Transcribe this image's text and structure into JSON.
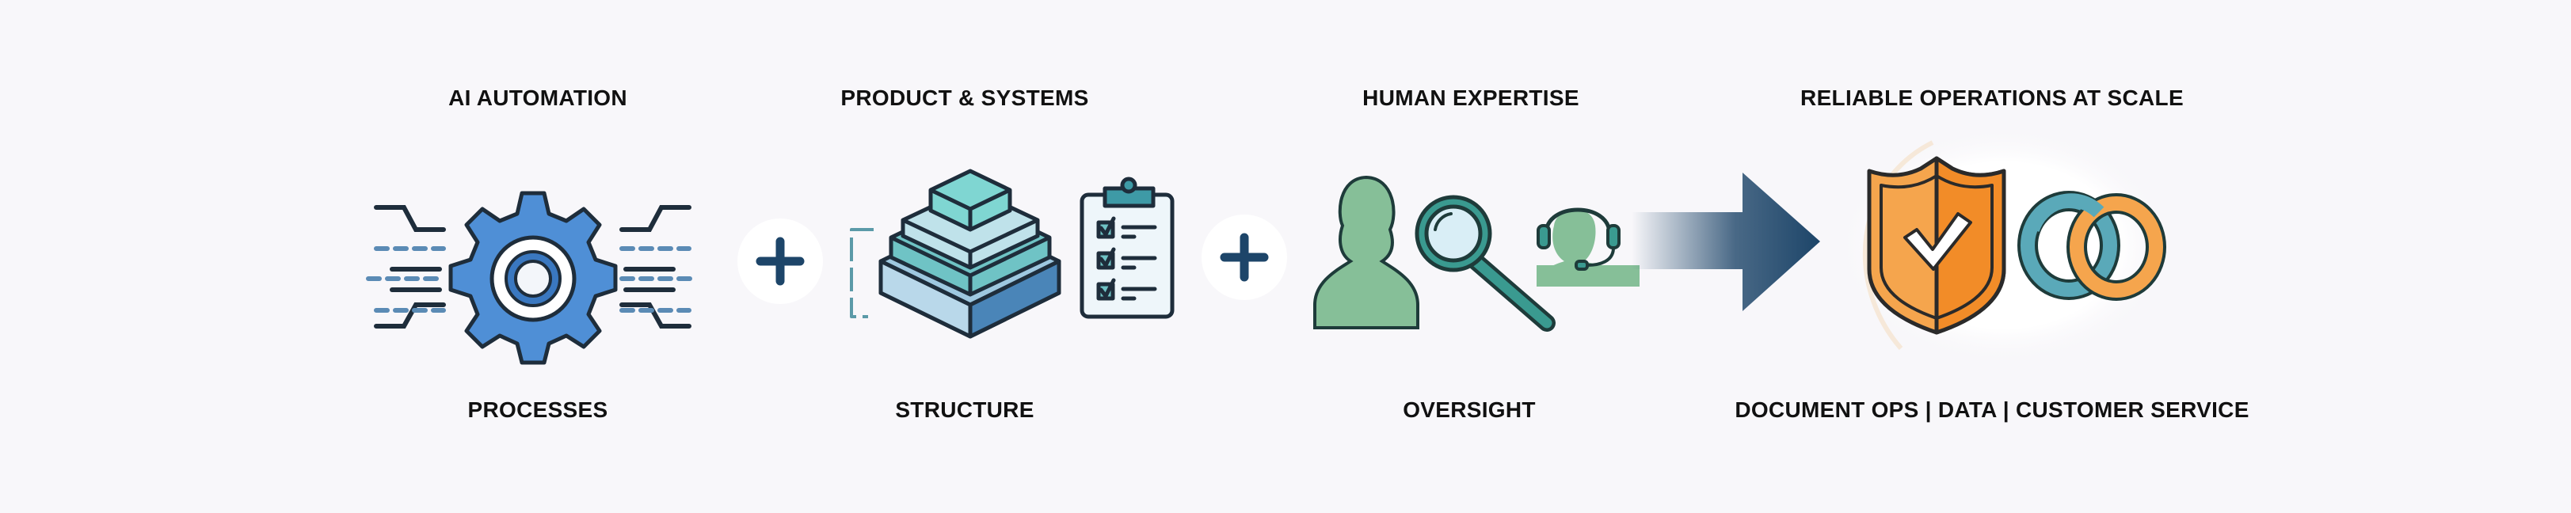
{
  "columns": [
    {
      "title": "AI AUTOMATION",
      "caption": "PROCESSES",
      "icon": "gear-icon"
    },
    {
      "title": "PRODUCT & SYSTEMS",
      "caption": "STRUCTURE",
      "icon": "layers-stack-icon"
    },
    {
      "title": "HUMAN EXPERTISE",
      "caption": "OVERSIGHT",
      "icon": "people-magnifier-icon"
    },
    {
      "title": "RELIABLE OPERATIONS AT SCALE",
      "caption": "DOCUMENT OPS | DATA | CUSTOMER SERVICE",
      "icon": "shield-check-icon"
    }
  ],
  "operators": [
    "plus-icon",
    "plus-icon",
    "arrow-right-icon"
  ],
  "colors": {
    "background": "#f8f7fa",
    "gear": "#4f8fd6",
    "teal": "#5fbfb8",
    "green": "#86bf98",
    "navy": "#1d4569",
    "orange": "#f39a3c",
    "outline": "#1e2d3b"
  }
}
